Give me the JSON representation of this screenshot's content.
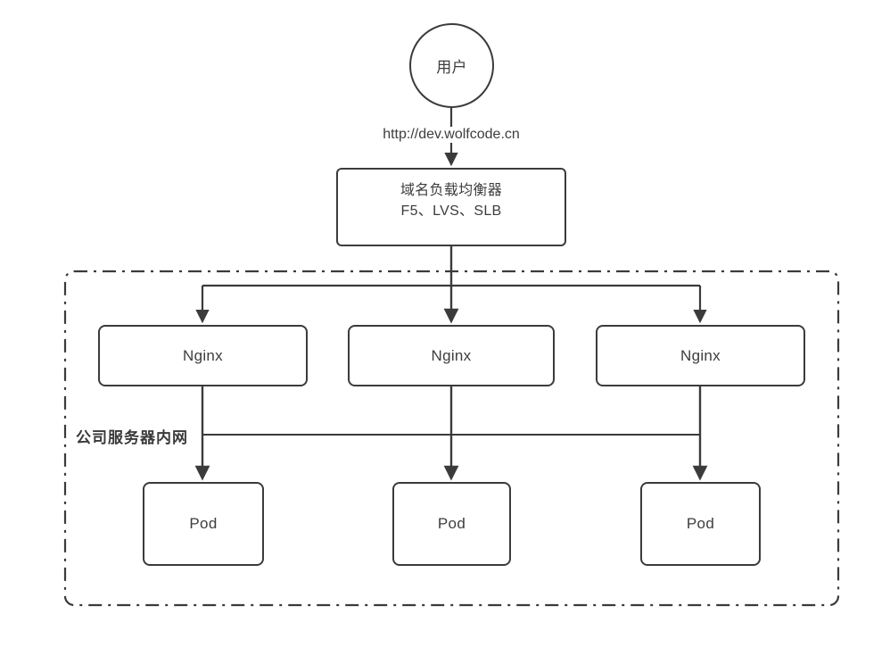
{
  "diagram": {
    "user_label": "用户",
    "url_label": "http://dev.wolfcode.cn",
    "load_balancer": {
      "line1": "域名负载均衡器",
      "line2": "F5、LVS、SLB"
    },
    "intranet_label": "公司服务器内网",
    "nginx_nodes": [
      {
        "label": "Nginx"
      },
      {
        "label": "Nginx"
      },
      {
        "label": "Nginx"
      }
    ],
    "pod_nodes": [
      {
        "label": "Pod"
      },
      {
        "label": "Pod"
      },
      {
        "label": "Pod"
      }
    ],
    "colors": {
      "stroke": "#3b3b3b",
      "text": "#3d3d3d",
      "background": "#ffffff"
    }
  }
}
